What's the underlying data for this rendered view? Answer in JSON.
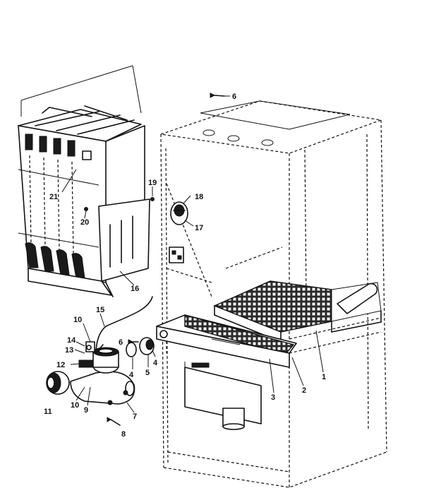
{
  "callouts": [
    {
      "id": "c1",
      "text": "1"
    },
    {
      "id": "c2",
      "text": "2"
    },
    {
      "id": "c3",
      "text": "3"
    },
    {
      "id": "c4a",
      "text": "4"
    },
    {
      "id": "c4b",
      "text": "4"
    },
    {
      "id": "c5",
      "text": "5"
    },
    {
      "id": "c6a",
      "text": "6"
    },
    {
      "id": "c6b",
      "text": "6"
    },
    {
      "id": "c7",
      "text": "7"
    },
    {
      "id": "c8",
      "text": "8"
    },
    {
      "id": "c9",
      "text": "9"
    },
    {
      "id": "c10a",
      "text": "10"
    },
    {
      "id": "c10b",
      "text": "10"
    },
    {
      "id": "c11",
      "text": "11"
    },
    {
      "id": "c12",
      "text": "12"
    },
    {
      "id": "c13",
      "text": "13"
    },
    {
      "id": "c14",
      "text": "14"
    },
    {
      "id": "c15",
      "text": "15"
    },
    {
      "id": "c16",
      "text": "16"
    },
    {
      "id": "c17",
      "text": "17"
    },
    {
      "id": "c18",
      "text": "18"
    },
    {
      "id": "c19",
      "text": "19"
    },
    {
      "id": "c20",
      "text": "20"
    },
    {
      "id": "c21",
      "text": "21"
    }
  ]
}
